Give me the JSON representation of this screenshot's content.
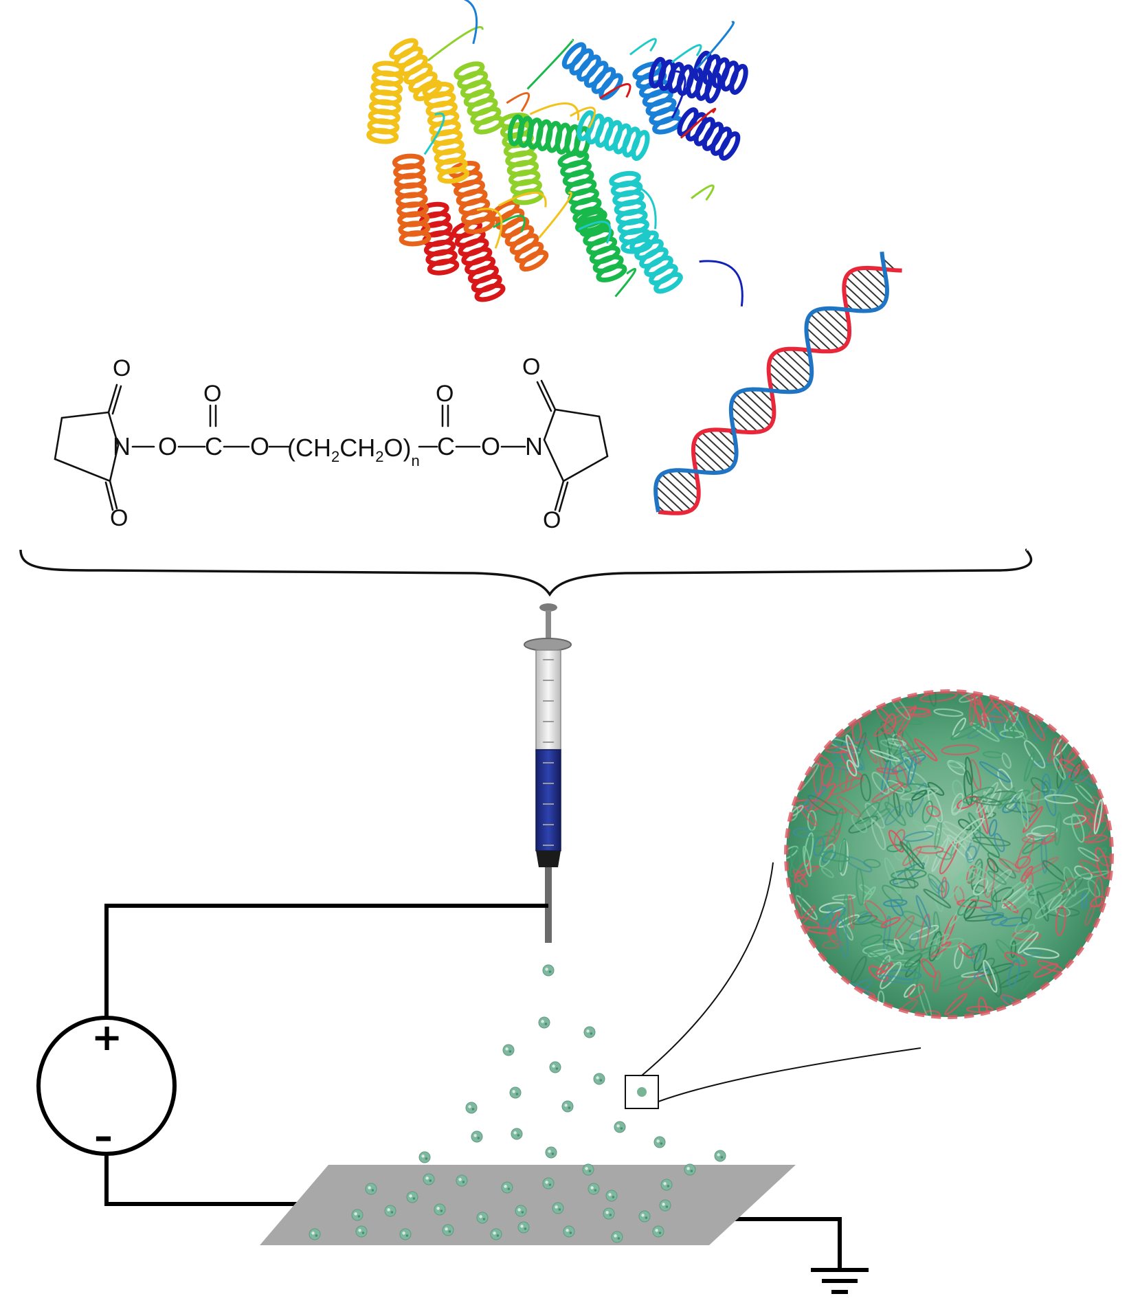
{
  "molecule": {
    "atom_N": "N",
    "atom_O": "O",
    "atom_C": "C",
    "peg_ch2_first": "(CH",
    "peg_sub_2": "2",
    "peg_ch2_second": "CH",
    "peg_o_close": "O)",
    "peg_subscript_n": "n"
  },
  "power_source": {
    "positive_label": "+",
    "negative_label": "–"
  },
  "colors": {
    "protein_spectrum": [
      "#d81818",
      "#e8631a",
      "#f2c21a",
      "#8fd12a",
      "#19b84a",
      "#1ec9c9",
      "#1a7fd6",
      "#1222b8"
    ],
    "dna_strand_a": "#e8283a",
    "dna_strand_b": "#1f74c4",
    "syringe_liquid": "#1e2f86",
    "collector_plate": "#a8a8a8",
    "particle": "#7fb8a0",
    "nanoparticle_green": "#3f9b6c",
    "nanoparticle_red": "#d9545e"
  },
  "icons": [
    "protein-ribbon-icon",
    "dna-helix-icon",
    "syringe-icon",
    "voltage-source-icon",
    "ground-symbol-icon",
    "nanoparticle-icon"
  ]
}
